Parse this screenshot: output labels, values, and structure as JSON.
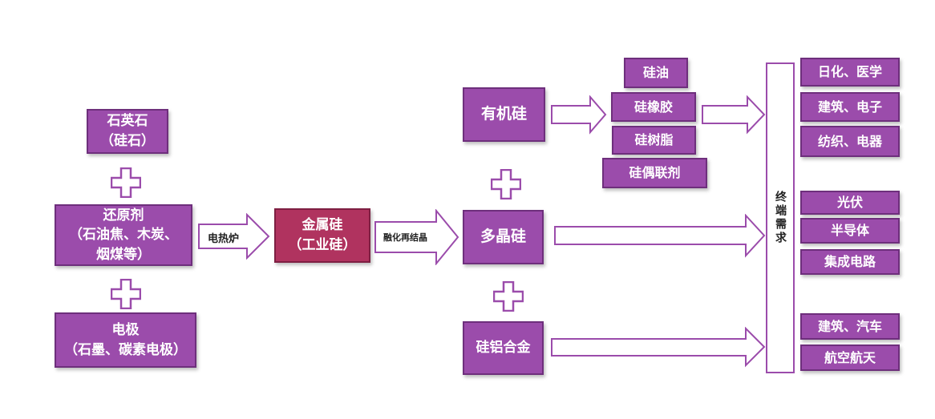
{
  "colors": {
    "box": "#9b4cab",
    "metal_silicon": "#b0335f",
    "border": "#6e2f7c"
  },
  "inputs": {
    "quartz": {
      "line1": "石英石",
      "line2": "（硅石）"
    },
    "reducer": {
      "line1": "还原剂",
      "line2": "（石油焦、木炭、",
      "line3": "烟煤等）"
    },
    "electrode": {
      "line1": "电极",
      "line2": "（石墨、碳素电极）"
    }
  },
  "process1": "电热炉",
  "metal_silicon": {
    "line1": "金属硅",
    "line2": "（工业硅）"
  },
  "process2": "融化再结晶",
  "products": {
    "organic": "有机硅",
    "poly": "多晶硅",
    "alloy": "硅铝合金"
  },
  "organic_products": [
    "硅油",
    "硅橡胶",
    "硅树脂",
    "硅偶联剂"
  ],
  "end_demand": "终端需求",
  "applications": {
    "organic": [
      "日化、医学",
      "建筑、电子",
      "纺织、电器"
    ],
    "poly": [
      "光伏",
      "半导体",
      "集成电路"
    ],
    "alloy": [
      "建筑、汽车",
      "航空航天"
    ]
  }
}
